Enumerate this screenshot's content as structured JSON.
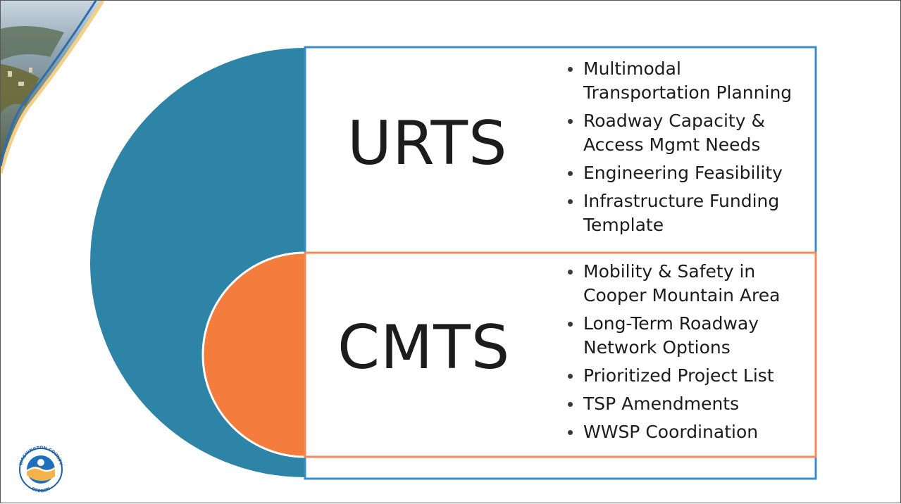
{
  "colors": {
    "blue": "#2e84a6",
    "blue_border": "#3a8ec8",
    "orange": "#f47c3c",
    "orange_border": "#f28a5a",
    "text": "#1c1c1c"
  },
  "icons": {
    "corner": "city-photo-corner",
    "logo": "washington-county-oregon-logo"
  },
  "urts": {
    "title": "URTS",
    "items": [
      {
        "line1": "Multimodal",
        "line2": "Transportation Planning"
      },
      {
        "line1": "Roadway Capacity &",
        "line2": "Access Mgmt Needs"
      },
      {
        "line1": "Engineering Feasibility",
        "line2": ""
      },
      {
        "line1": "Infrastructure Funding",
        "line2": "Template"
      }
    ]
  },
  "cmts": {
    "title": "CMTS",
    "items": [
      {
        "line1": "Mobility & Safety in",
        "line2": "Cooper Mountain Area"
      },
      {
        "line1": "Long-Term Roadway",
        "line2": "Network Options"
      },
      {
        "line1": "Prioritized Project List",
        "line2": ""
      },
      {
        "line1": "TSP Amendments",
        "line2": ""
      },
      {
        "line1": "WWSP Coordination",
        "line2": ""
      }
    ]
  },
  "logo": {
    "text_top": "WASHINGTON COUNTY",
    "text_bottom": "OREGON"
  }
}
